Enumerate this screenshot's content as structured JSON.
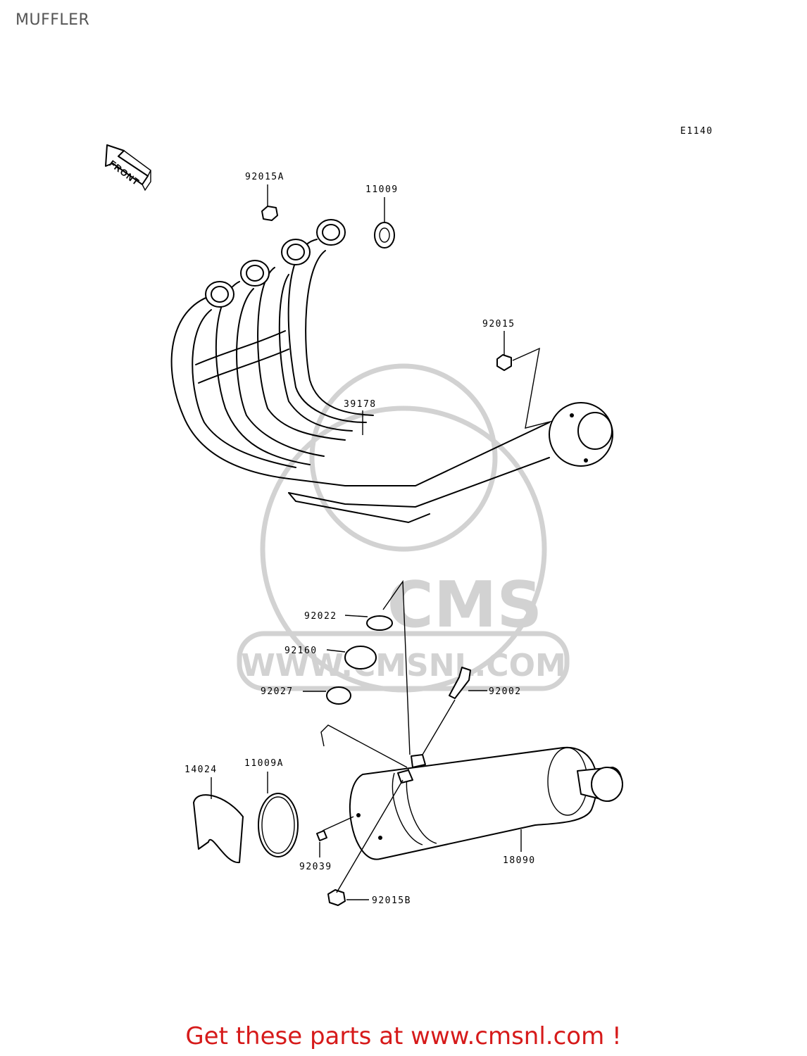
{
  "page": {
    "title": "MUFFLER",
    "footer": "Get these parts at www.cmsnl.com !"
  },
  "diagram": {
    "code": "E1140",
    "front_label": "FRONT",
    "watermark": {
      "brand": "CMS",
      "url": "WWW.CMSNL.COM"
    },
    "parts": [
      "92015A",
      "11009",
      "92015",
      "39178",
      "92022",
      "92160",
      "92027",
      "92002",
      "14024",
      "11009A",
      "92039",
      "18090",
      "92015B"
    ]
  },
  "colors": {
    "footer": "#d61a1a",
    "title": "#555555",
    "watermark": "#d2d2d2"
  }
}
